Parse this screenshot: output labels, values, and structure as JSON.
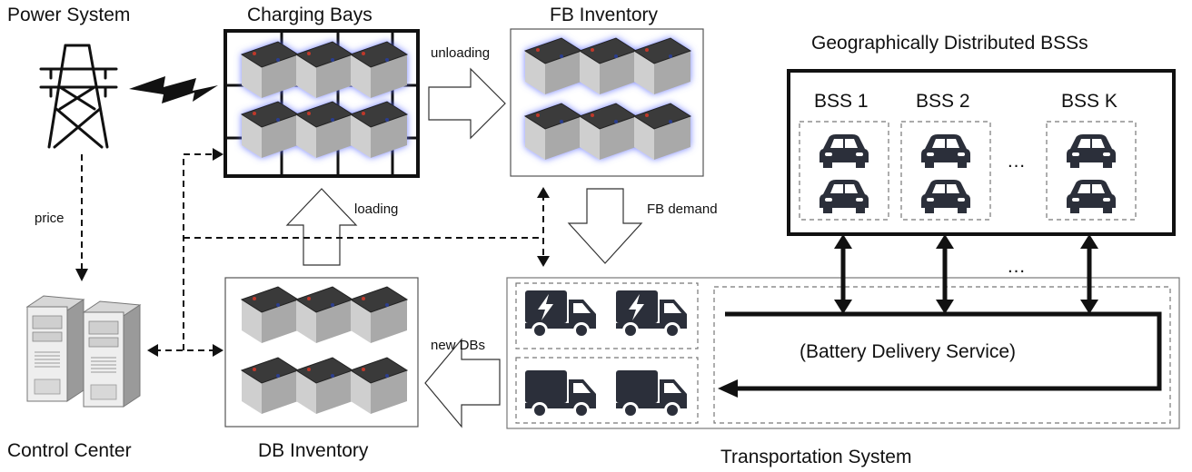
{
  "labels": {
    "power_system": "Power System",
    "charging_bays": "Charging Bays",
    "fb_inventory": "FB Inventory",
    "geo_bss": "Geographically Distributed BSSs",
    "bss1": "BSS 1",
    "bss2": "BSS 2",
    "bssk": "BSS K",
    "ellipsis": "…",
    "price": "price",
    "unloading": "unloading",
    "loading": "loading",
    "fb_demand": "FB demand",
    "new_dbs": "new DBs",
    "battery_delivery": "(Battery Delivery Service)",
    "control_center": "Control Center",
    "db_inventory": "DB Inventory",
    "transportation_system": "Transportation System"
  },
  "icons": {
    "tower": "power-tower-icon",
    "lightning": "lightning-icon",
    "server": "server-icon",
    "battery": "battery-icon",
    "car": "car-icon",
    "electric_truck": "electric-truck-icon",
    "truck": "truck-icon"
  },
  "colors": {
    "ink": "#111111",
    "vehicle": "#2b2f3a",
    "battery_glow": "#5b6cff"
  }
}
